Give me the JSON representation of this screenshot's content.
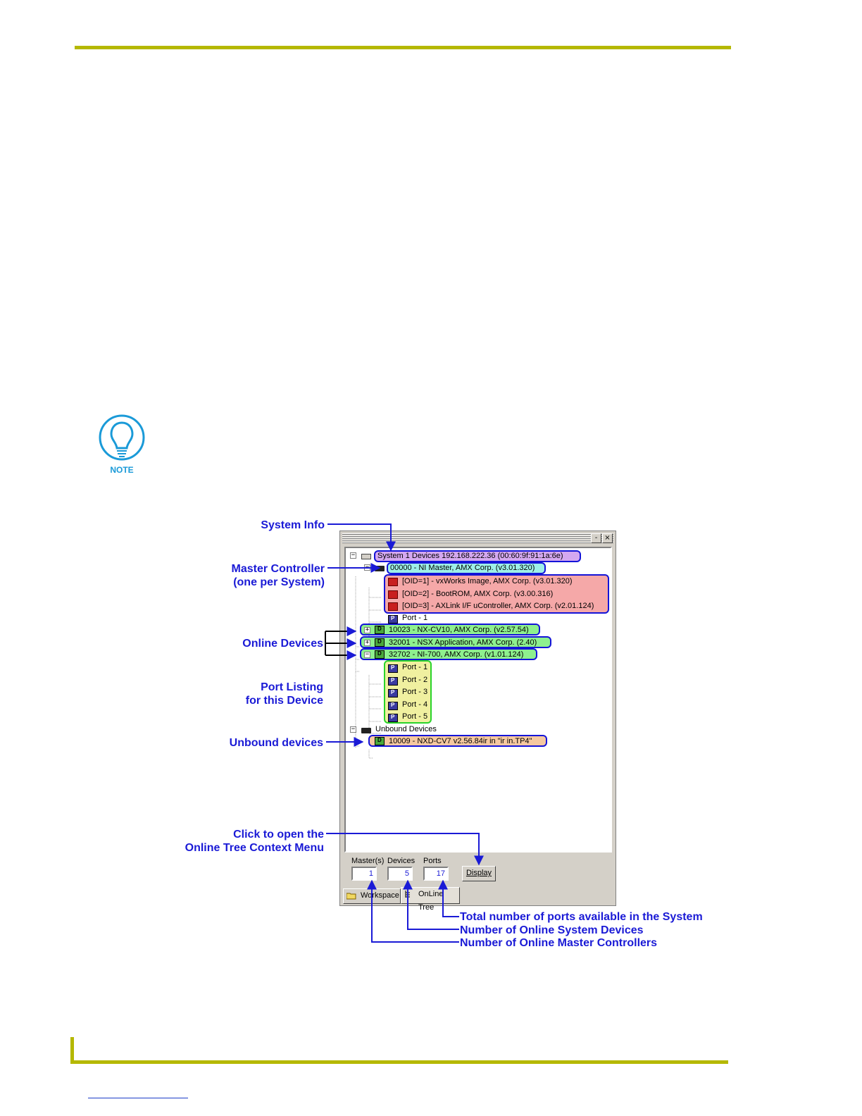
{
  "note": {
    "label": "NOTE"
  },
  "annotations": {
    "system_info": "System Info",
    "master_controller_1": "Master Controller",
    "master_controller_2": "(one per System)",
    "online_devices": "Online Devices",
    "port_listing_1": "Port Listing",
    "port_listing_2": "for this Device",
    "unbound_devices": "Unbound devices",
    "context_menu_1": "Click to open the",
    "context_menu_2": "Online Tree Context Menu",
    "total_ports": "Total number of ports available in the System",
    "online_devices_count": "Number of Online System Devices",
    "online_masters_count": "Number of Online Master Controllers"
  },
  "window": {
    "minimize_glyph": "-",
    "close_glyph": "×"
  },
  "tree": {
    "system": "System 1 Devices 192.168.222.36 (00:60:9f:91:1a:6e)",
    "master": "00000 - NI Master, AMX Corp. (v3.01.320)",
    "master_children": [
      "[OID=1] - vxWorks Image, AMX Corp. (v3.01.320)",
      "[OID=2] - BootROM, AMX Corp. (v3.00.316)",
      "[OID=3] - AXLink I/F uController, AMX Corp. (v2.01.124)"
    ],
    "master_port": "Port - 1",
    "devices": [
      "10023 - NX-CV10, AMX Corp. (v2.57.54)",
      "32001 - NSX Application, AMX Corp. (2.40)",
      "32702 - NI-700, AMX Corp. (v1.01.124)"
    ],
    "ports": [
      "Port - 1",
      "Port - 2",
      "Port - 3",
      "Port - 4",
      "Port - 5"
    ],
    "unbound_header": "Unbound Devices",
    "unbound_device": "10009 - NXD-CV7 v2.56.84ir in \"ir in.TP4\"",
    "expand_plus": "+",
    "expand_minus": "−"
  },
  "stats": {
    "masters_label": "Master(s)",
    "masters_value": "1",
    "devices_label": "Devices",
    "devices_value": "5",
    "ports_label": "Ports",
    "ports_value": "17",
    "display_button": "Display"
  },
  "tabs": {
    "workspace": "Workspace",
    "online_tree": "OnLine Tree"
  },
  "colors": {
    "accent_rule": "#b5b800",
    "annotation_blue": "#1a1ad6",
    "system_highlight": "#d4a8f0",
    "master_highlight": "#9ef0e8",
    "firmware_highlight": "#f5a8a8",
    "device_highlight": "#8ef08e",
    "port_highlight": "#f0f0a0",
    "unbound_highlight": "#f5c8a0"
  }
}
